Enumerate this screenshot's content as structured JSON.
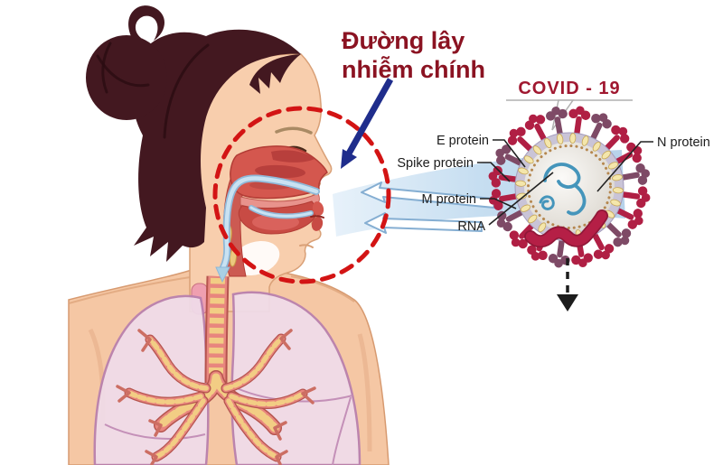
{
  "title": {
    "line1": "Đường lây",
    "line2": "nhiễm chính",
    "color": "#8b1322"
  },
  "virus": {
    "title": "COVID - 19",
    "title_color": "#a01830",
    "labels": {
      "e": "E protein",
      "spike": "Spike protein",
      "m": "M protein",
      "rna": "RNA",
      "n": "N protein"
    },
    "colors": {
      "spike_crimson": "#b01f44",
      "spike_plum": "#7e4a66",
      "envelope": "#c9c4d7",
      "envelope_outline": "#a39bbc",
      "envelope_dot": "#f4e6ab",
      "envelope_dot_outline": "#c7a758",
      "m_ring": "#b5874f",
      "rna": "#4595bb",
      "n_protein": "#b01f44"
    }
  },
  "annotations": {
    "circle_color": "#d31414",
    "pointer_arrow_color": "#1f2d8c",
    "spread_arrow_color": "#1c1c1c",
    "label_color": "#1c1c1c"
  },
  "person": {
    "skin": "#f8cead",
    "skin_outline": "#d79a70",
    "hair": "#431820",
    "cavity_red": "#d4574e",
    "cavity_dark": "#b83f3c",
    "airway_blue": "#a9cfe4",
    "lung_pink": "#f0dcea",
    "lung_outline": "#b87fae",
    "trachea_salmon": "#e8867e",
    "cartilage_yellow": "#f2cd84",
    "air_stream_blue": "#c3dcf0"
  },
  "background": "#ffffff"
}
